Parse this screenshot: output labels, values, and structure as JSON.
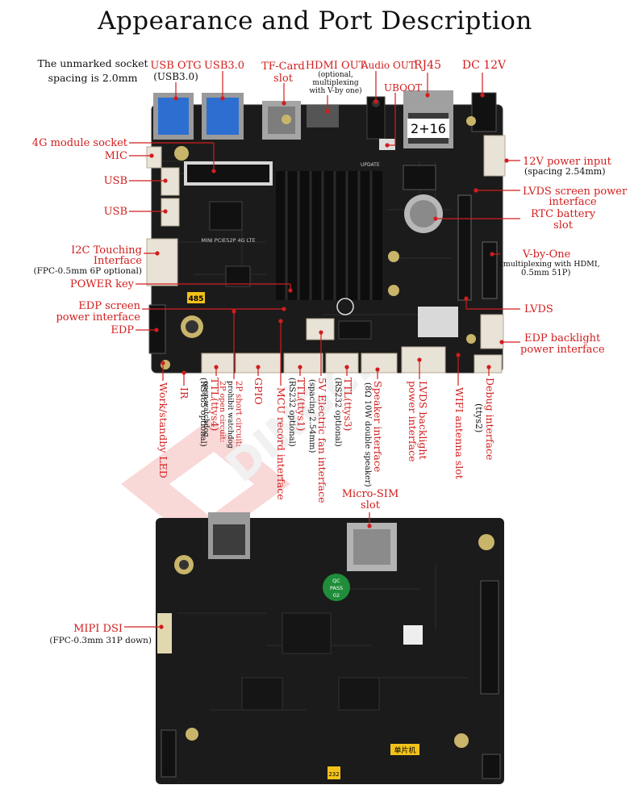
{
  "title": "Appearance and Port Description",
  "note": "The unmarked socket spacing is 2.0mm",
  "top_labels": {
    "usb_otg": "USB OTG",
    "usb_otg_sub": "(USB3.0)",
    "usb30": "USB3.0",
    "tf_card": "TF-Card slot",
    "hdmi_out": "HDMI OUT",
    "hdmi_sub1": "(optional,",
    "hdmi_sub2": "multiplexing",
    "hdmi_sub3": "with V-by one)",
    "audio_out": "Audio OUT",
    "uboot": "UBOOT",
    "rj45": "RJ45",
    "dc12v": "DC 12V"
  },
  "left_labels": {
    "module_4g": "4G module socket",
    "mic": "MIC",
    "usb_a": "USB",
    "usb_b": "USB",
    "i2c_1": "I2C Touching",
    "i2c_2": "Interface",
    "i2c_sub": "(FPC-0.5mm 6P optional)",
    "power_key": "POWER key",
    "edp_power_1": "EDP screen",
    "edp_power_2": "power interface",
    "edp": "EDP"
  },
  "right_labels": {
    "power12v": "12V power input",
    "power12v_sub": "(spacing 2.54mm)",
    "lvds_power_1": "LVDS screen power",
    "lvds_power_2": "interface",
    "rtc_1": "RTC battery",
    "rtc_2": "slot",
    "vbyone": "V-by-One",
    "vbyone_sub1": "(multiplexing with HDMI,",
    "vbyone_sub2": "0.5mm 51P)",
    "lvds": "LVDS",
    "edp_bl_1": "EDP backlight",
    "edp_bl_2": "power interface"
  },
  "bottom_labels": {
    "work_led": "Work/standby LED",
    "ir": "IR",
    "ttl4": "TTL(ttys4)",
    "ttl4_sub": "(RS485 optional)",
    "watchdog_1": "2P short circuit:",
    "watchdog_2": "prohibit watchdog",
    "watchdog_3": "2P open circuit:",
    "watchdog_4": "open watchdog",
    "gpio": "GPIO",
    "mcu": "MCU record interface",
    "ttl1": "TTL(ttys1)",
    "ttl1_sub": "(RS232 optional)",
    "fan": "5V Electric fan interface",
    "fan_sub": "(spacing 2.54mm)",
    "ttl3": "TTL(ttys3)",
    "ttl3_sub": "(RS232 optional)",
    "speaker": "Speaker interface",
    "speaker_sub": "(8Ω 10W double speaker)",
    "lvds_bl_1": "LVDS backlight",
    "lvds_bl_2": "power interface",
    "wifi": "WIFI antenna slot",
    "debug": "Debug interface",
    "debug_sub": "(ttys2)"
  },
  "back_labels": {
    "micro_sim_1": "Micro-SIM",
    "micro_sim_2": "slot",
    "mipi": "MIPI DSI",
    "mipi_sub": "(FPC-0.3mm 31P down)"
  },
  "board_marks": {
    "rj45_badge": "2+16",
    "rs485_badge": "485",
    "pcie_text": "MINI PCIE52P 4G LTE",
    "qc_1": "QC",
    "qc_2": "PASS",
    "qc_3": "02",
    "update": "UPDATE",
    "mcu_badge": "单片机",
    "badge_232": "232"
  },
  "colors": {
    "label": "#d21d1d",
    "pcb": "#1b1b1b",
    "heatsink": "#0d0d0d",
    "connector": "#e9e2d6",
    "usb_blue": "#2d6fd0",
    "qc_green": "#1f8d3a",
    "badge_yellow": "#f2c21a"
  }
}
